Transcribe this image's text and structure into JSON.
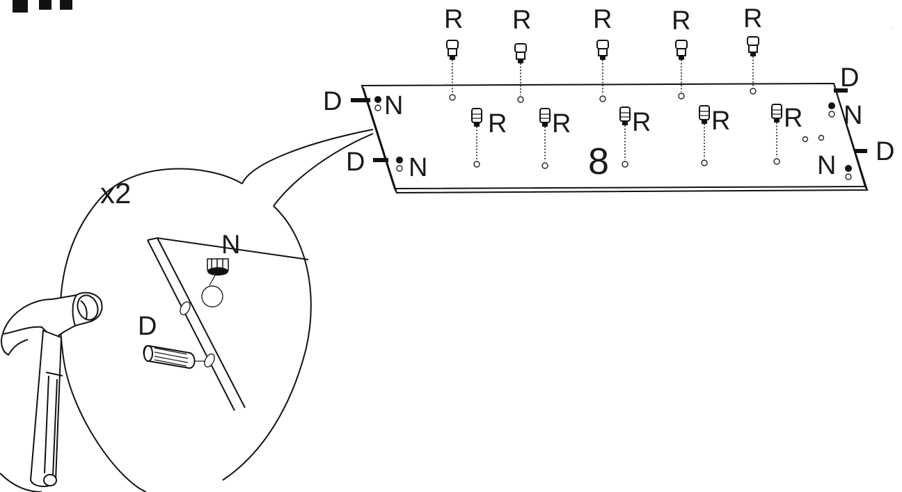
{
  "diagram": {
    "multiplier": "x2",
    "panel_number": "8",
    "labels": {
      "cam_bolt": "R",
      "dowel": "D",
      "cam_nut": "N"
    }
  },
  "colors": {
    "ink": "#111111",
    "background": "#ffffff"
  }
}
